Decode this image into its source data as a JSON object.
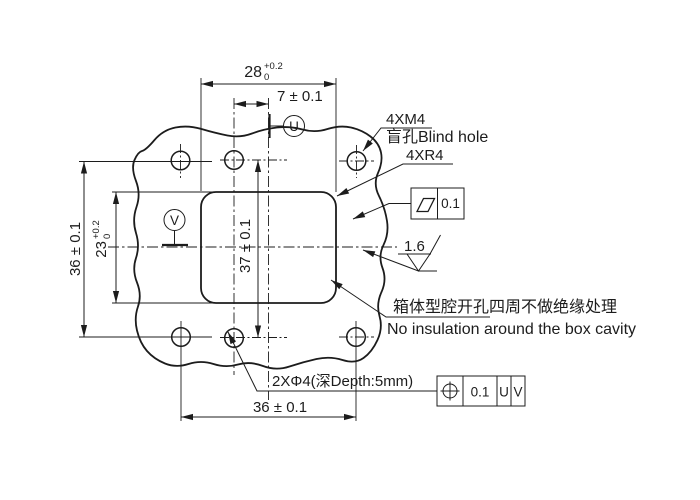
{
  "drawing": {
    "ink_color": "#1c1c1c",
    "background_color": "#ffffff",
    "dimensions": {
      "d28": {
        "main": "28",
        "sup": "+0.2",
        "sub": "0"
      },
      "d7": "7 ± 0.1",
      "d36_left": "36 ± 0.1",
      "d23": {
        "main": "23",
        "sup": "+0.2",
        "sub": "0"
      },
      "d37": "37 ± 0.1",
      "d36_bottom": "36 ± 0.1"
    },
    "callouts": {
      "thread": "4XM4",
      "thread_note": "盲孔Blind hole",
      "corner_radius": "4XR4",
      "roughness_value": "1.6",
      "note_cn": "箱体型腔开孔四周不做绝缘处理",
      "note_en": "No insulation around the box cavity",
      "holes": "2XΦ4(深Depth:5mm)"
    },
    "datums": {
      "u": "U",
      "v": "V"
    },
    "feature_control": {
      "flatness": {
        "symbol": "flatness-parallelogram-icon",
        "tolerance": "0.1"
      },
      "position": {
        "symbol": "position-icon",
        "tolerance": "0.1",
        "datum_1": "U",
        "datum_2": "V"
      }
    }
  }
}
